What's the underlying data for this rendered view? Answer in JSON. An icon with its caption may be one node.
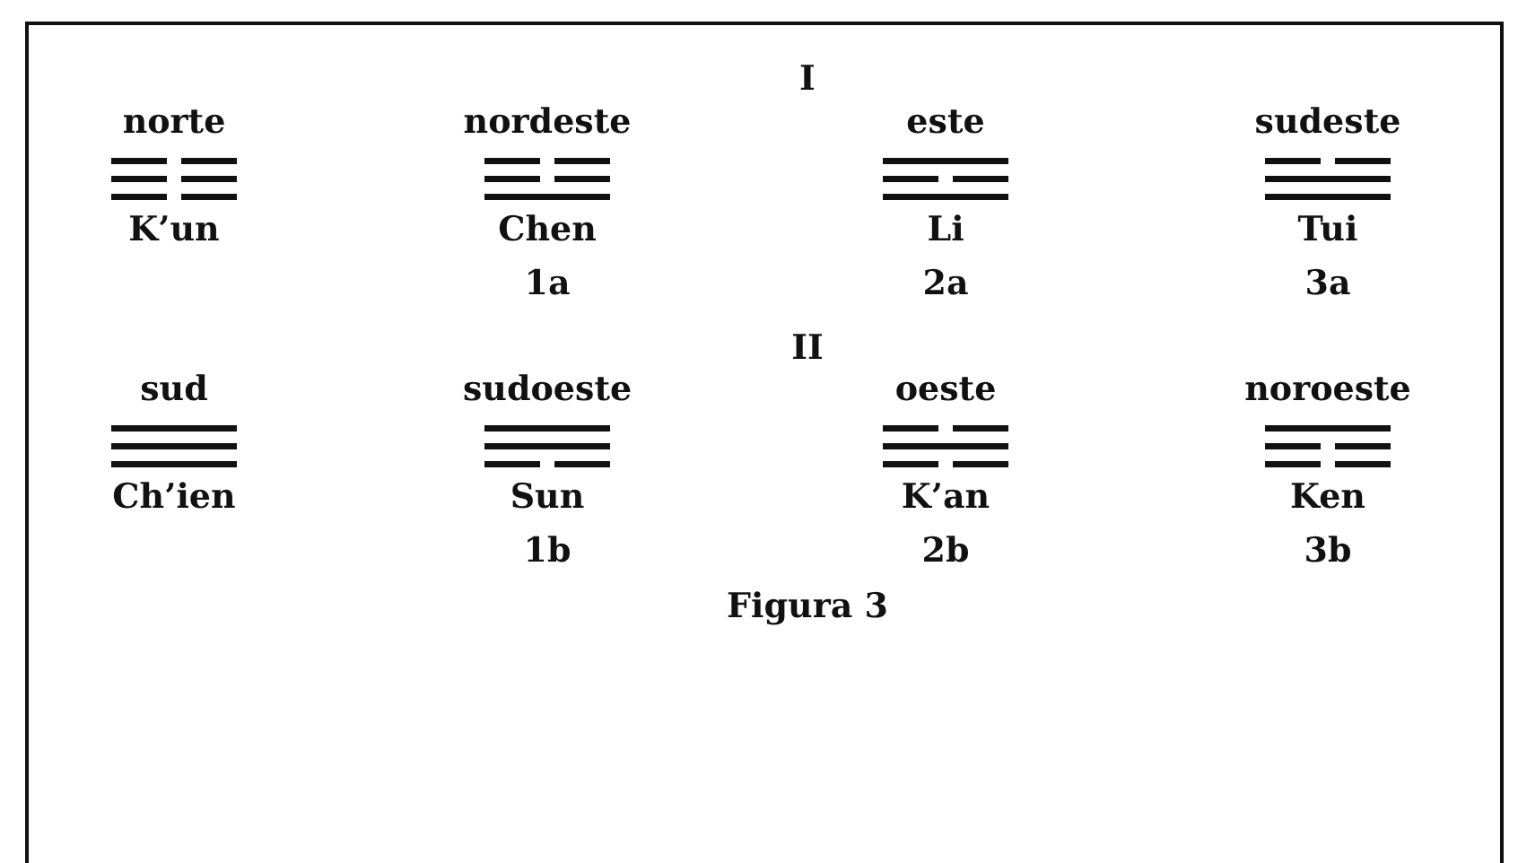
{
  "diagram": {
    "caption": "Figura 3",
    "nodes": [
      {
        "text": [
          "norte",
          "K’un"
        ]
      },
      {
        "text": [
          "nordeste",
          "Chen"
        ],
        "beside": [
          "1a"
        ]
      },
      {
        "text": [
          "este",
          "Li"
        ],
        "beside": [
          "2a"
        ]
      },
      {
        "text": [
          "sudeste",
          "Tui"
        ],
        "beside": [
          "3a"
        ]
      },
      {
        "text": [
          "sud",
          "Ch’ien"
        ]
      },
      {
        "text": [
          "sudoeste",
          "Sun"
        ],
        "beside": [
          "1b"
        ]
      },
      {
        "text": [
          "oeste",
          "K’an"
        ],
        "beside": [
          "2b"
        ]
      },
      {
        "text": [
          "noroeste",
          "Ken"
        ],
        "beside": [
          "3b"
        ]
      }
    ],
    "labels": [
      "I",
      "II"
    ]
  }
}
